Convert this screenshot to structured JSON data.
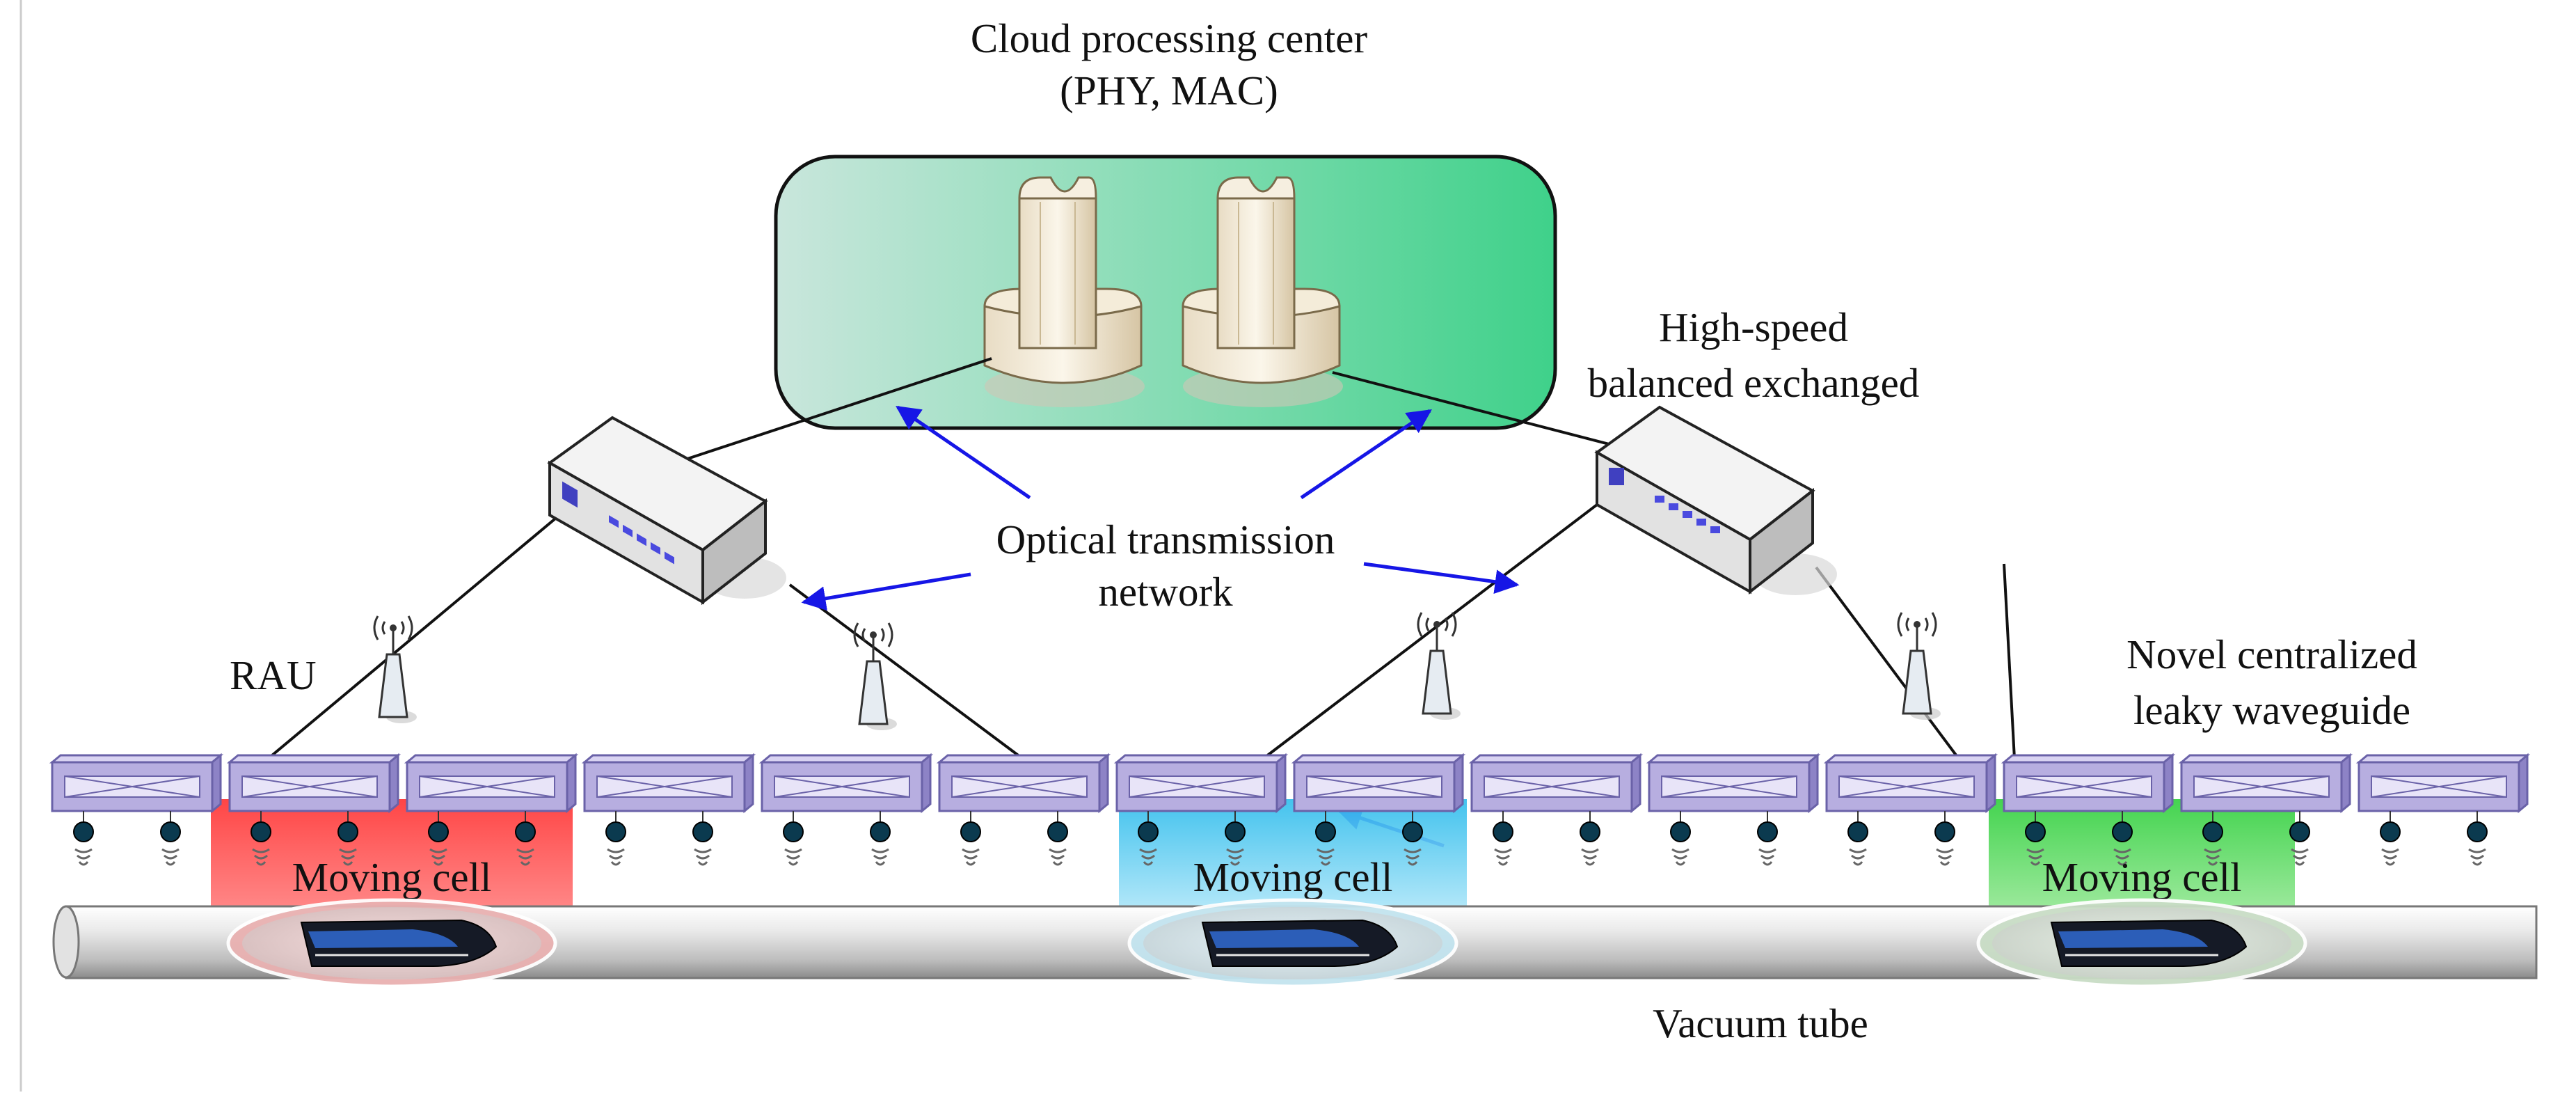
{
  "cloud": {
    "title_line1": "Cloud processing center",
    "title_line2": "(PHY, MAC)"
  },
  "switch_label": {
    "line1": "High-speed",
    "line2": "balanced exchanged"
  },
  "optical": {
    "line1": "Optical transmission",
    "line2": "network"
  },
  "rau_label": "RAU",
  "waveguide_label": {
    "line1": "Novel centralized",
    "line2": "leaky waveguide"
  },
  "moving_cells": [
    {
      "label": "Moving cell",
      "color": "#ff4a4a"
    },
    {
      "label": "Moving cell",
      "color": "#3fc4ee"
    },
    {
      "label": "Moving cell",
      "color": "#3fd44a"
    }
  ],
  "tube_label": "Vacuum tube",
  "colors": {
    "cloud_box": "#3fd18a",
    "arrow": "#1616e6",
    "waveguide": "#b7aee0",
    "tube": "#cfcfcf"
  },
  "icons": [
    "server-tower-icon",
    "network-switch-icon",
    "antenna-icon",
    "train-icon"
  ]
}
